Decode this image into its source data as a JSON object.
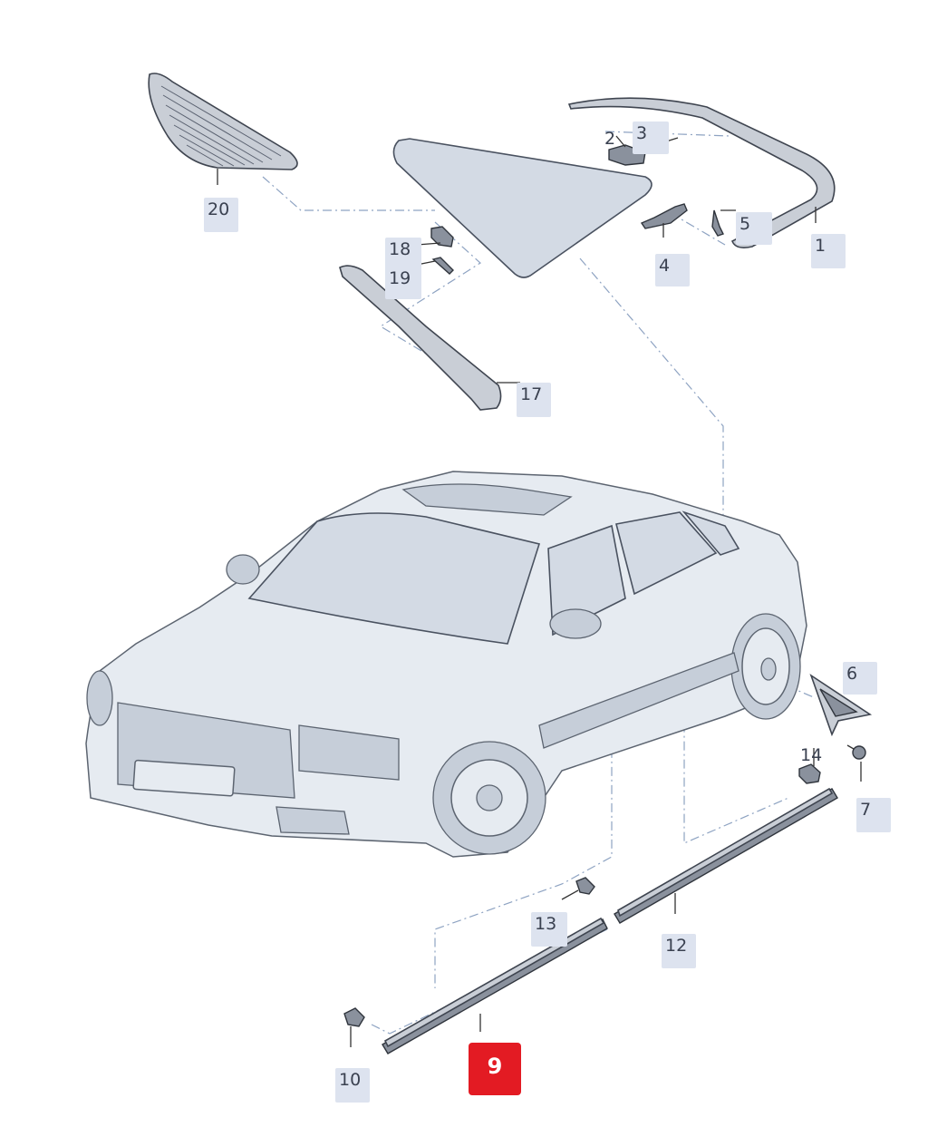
{
  "diagram": {
    "active_callout": "9",
    "callouts": [
      {
        "id": "c20",
        "label": "20"
      },
      {
        "id": "c2",
        "label": "2"
      },
      {
        "id": "c3",
        "label": "3"
      },
      {
        "id": "c1",
        "label": "1"
      },
      {
        "id": "c5",
        "label": "5"
      },
      {
        "id": "c4",
        "label": "4"
      },
      {
        "id": "c18",
        "label": "18"
      },
      {
        "id": "c19",
        "label": "19"
      },
      {
        "id": "c17",
        "label": "17"
      },
      {
        "id": "c6",
        "label": "6"
      },
      {
        "id": "c14",
        "label": "14"
      },
      {
        "id": "c7",
        "label": "7"
      },
      {
        "id": "c13",
        "label": "13"
      },
      {
        "id": "c12",
        "label": "12"
      },
      {
        "id": "c10",
        "label": "10"
      },
      {
        "id": "c9",
        "label": "9"
      }
    ],
    "colors": {
      "callout_bg": "#dde3ef",
      "callout_active_bg": "#e31b23",
      "leader_line": "#8ea3c2"
    }
  }
}
